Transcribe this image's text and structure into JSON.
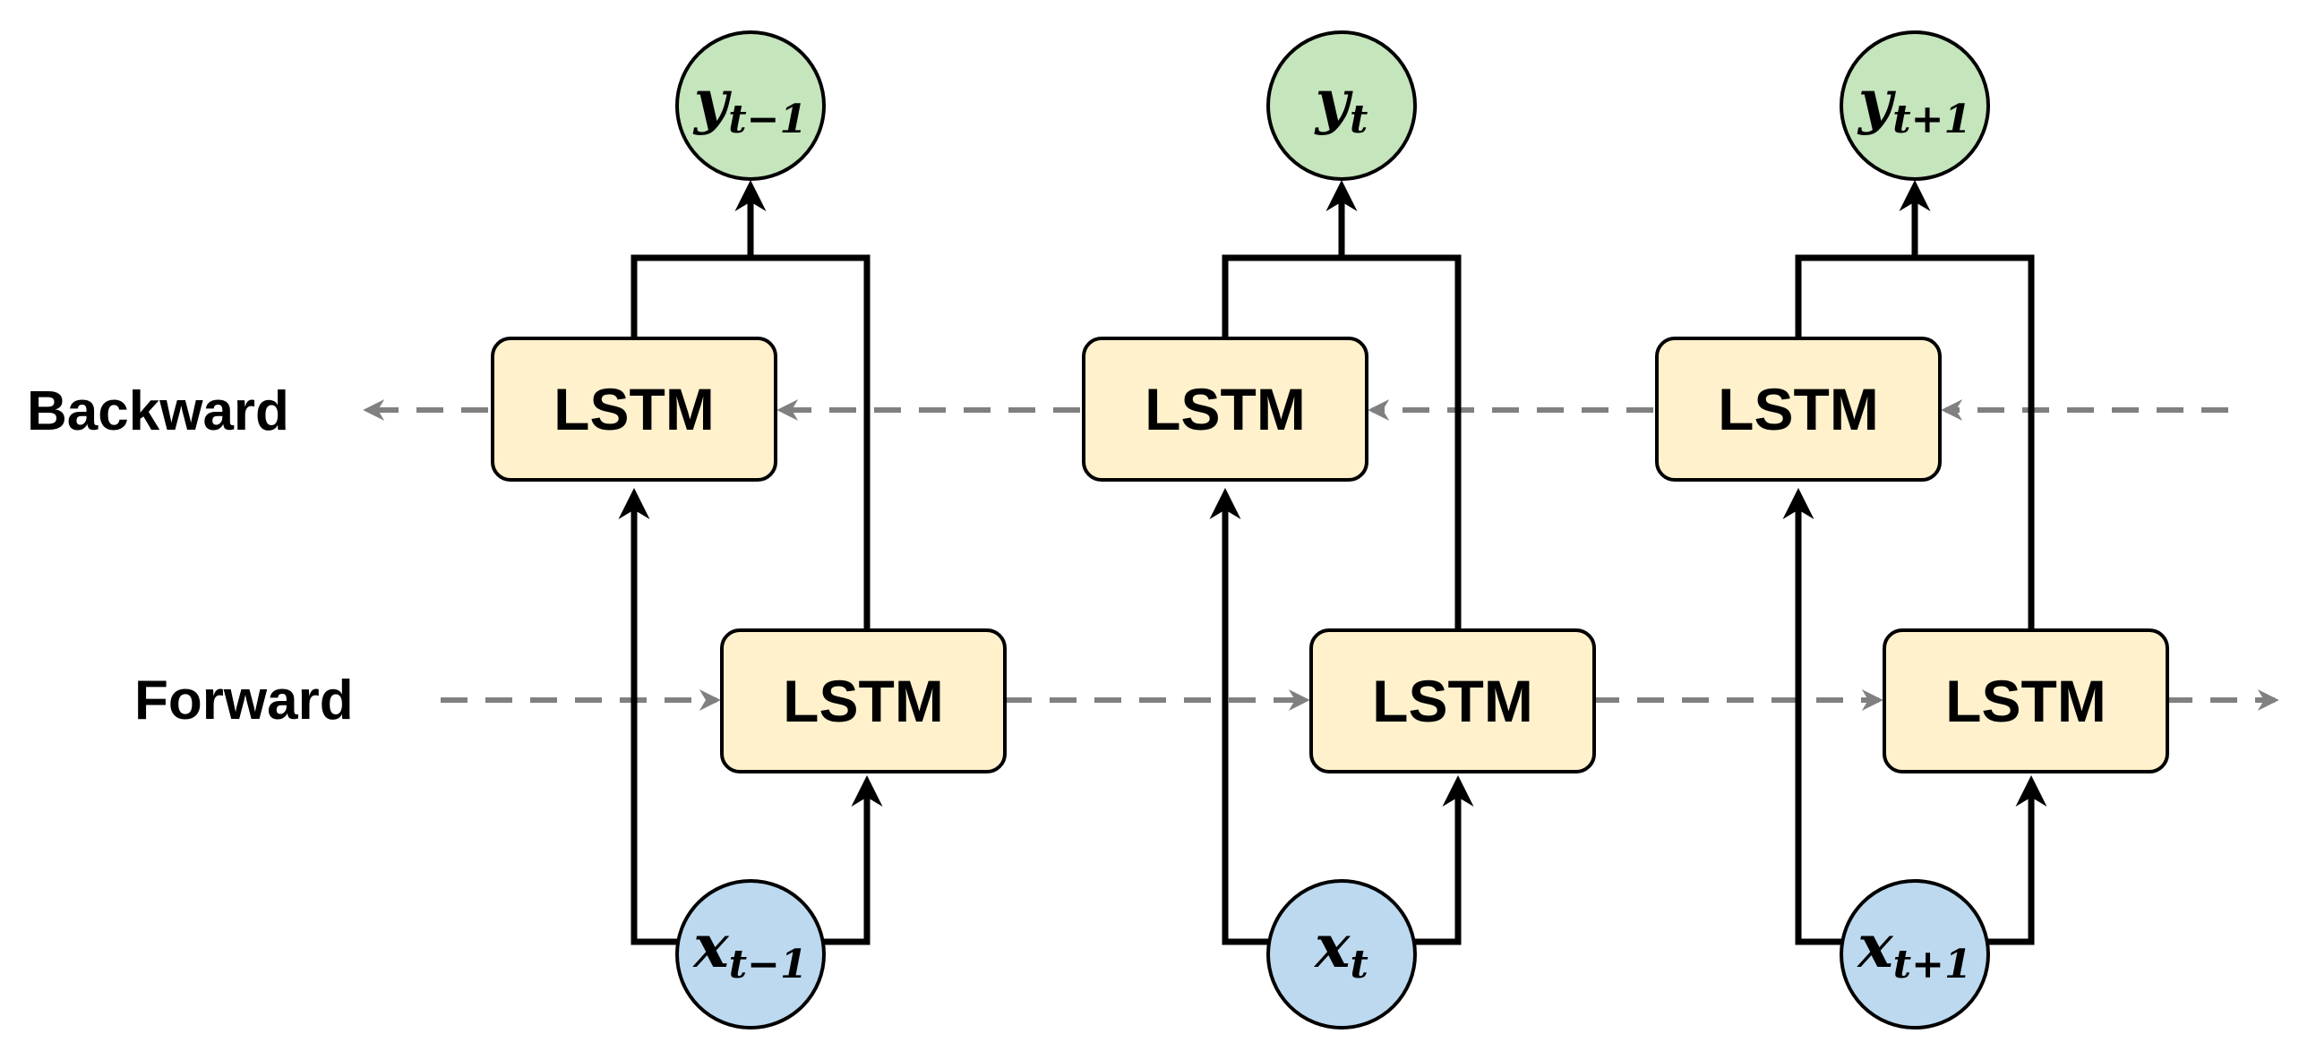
{
  "labels": {
    "backward": "Backward",
    "forward": "Forward"
  },
  "cell_label": "LSTM",
  "steps": [
    {
      "output": {
        "var": "y",
        "sub": "t−1"
      },
      "input": {
        "var": "x",
        "sub": "t−1"
      }
    },
    {
      "output": {
        "var": "y",
        "sub": "t"
      },
      "input": {
        "var": "x",
        "sub": "t"
      }
    },
    {
      "output": {
        "var": "y",
        "sub": "t+1"
      },
      "input": {
        "var": "x",
        "sub": "t+1"
      }
    }
  ],
  "colors": {
    "lstm_fill": "#fff1cc",
    "output_fill": "#c5e5bd",
    "input_fill": "#bcd9ef",
    "dashed_arrow": "#808080",
    "line": "#000000"
  }
}
